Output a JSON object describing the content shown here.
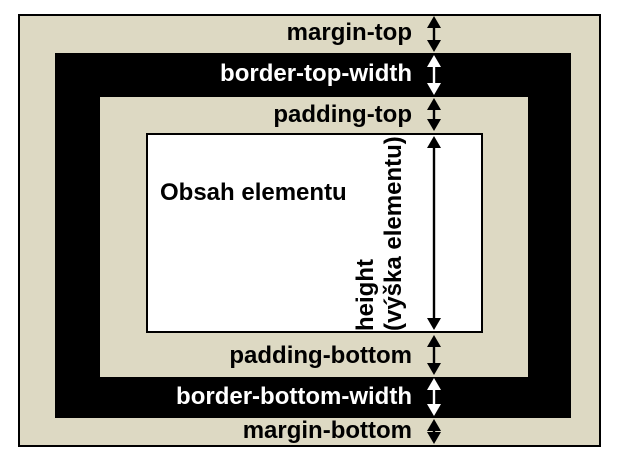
{
  "diagram": {
    "description_labels": {
      "margin_top": "margin-top",
      "border_top_width": "border-top-width",
      "padding_top": "padding-top",
      "content": "Obsah elementu",
      "height_en": "height",
      "height_cs": "(výška elementu)",
      "padding_bottom": "padding-bottom",
      "border_bottom_width": "border-bottom-width",
      "margin_bottom": "margin-bottom"
    },
    "colors": {
      "surface": "#DDD9C3",
      "border_band": "#000000",
      "content_bg": "#FFFFFF",
      "outline": "#000000",
      "label_dark": "#000000",
      "label_light": "#FFFFFF"
    },
    "icons": {
      "double_arrow": "↕"
    }
  }
}
